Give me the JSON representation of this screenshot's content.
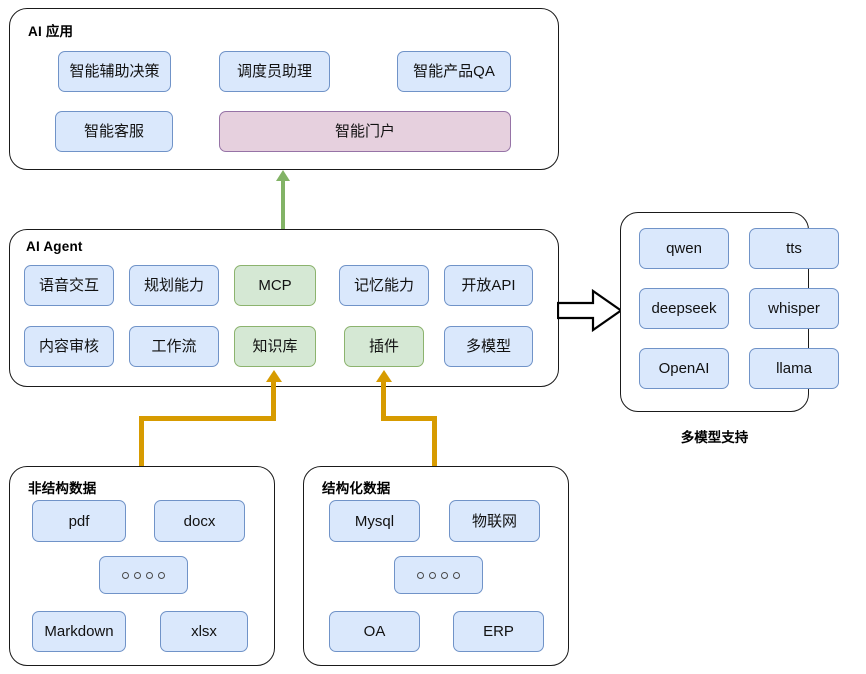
{
  "diagram": {
    "title_hidden": "",
    "colors": {
      "blue_fill": "#dae8fc",
      "blue_stroke": "#7093c8",
      "green_fill": "#d5e8d4",
      "green_stroke": "#8cb36e",
      "purple_fill": "#e6d0de",
      "purple_stroke": "#9673a6",
      "container_stroke": "#1a1a1a",
      "green_arrow": "#82b366",
      "orange_arrow": "#d79b00",
      "black_arrow": "#000000",
      "background": "#ffffff"
    }
  },
  "ai_application": {
    "title": "AI 应用",
    "nodes": [
      {
        "label": "智能辅助决策",
        "style": "blue"
      },
      {
        "label": "调度员助理",
        "style": "blue"
      },
      {
        "label": "智能产品QA",
        "style": "blue"
      },
      {
        "label": "智能客服",
        "style": "blue"
      },
      {
        "label": "智能门户",
        "style": "purple"
      }
    ]
  },
  "ai_agent": {
    "title": "AI Agent",
    "nodes": [
      {
        "label": "语音交互",
        "style": "blue"
      },
      {
        "label": "规划能力",
        "style": "blue"
      },
      {
        "label": "MCP",
        "style": "green"
      },
      {
        "label": "记忆能力",
        "style": "blue"
      },
      {
        "label": "开放API",
        "style": "blue"
      },
      {
        "label": "内容审核",
        "style": "blue"
      },
      {
        "label": "工作流",
        "style": "blue"
      },
      {
        "label": "知识库",
        "style": "green"
      },
      {
        "label": "插件",
        "style": "green"
      },
      {
        "label": "多模型",
        "style": "blue"
      }
    ]
  },
  "model_support": {
    "caption": "多模型支持",
    "nodes": [
      {
        "label": "qwen",
        "style": "blue"
      },
      {
        "label": "tts",
        "style": "blue"
      },
      {
        "label": "deepseek",
        "style": "blue"
      },
      {
        "label": "whisper",
        "style": "blue"
      },
      {
        "label": "OpenAI",
        "style": "blue"
      },
      {
        "label": "llama",
        "style": "blue"
      }
    ]
  },
  "unstructured_data": {
    "title": "非结构数据",
    "nodes": [
      {
        "label": "pdf",
        "style": "blue"
      },
      {
        "label": "docx",
        "style": "blue"
      },
      {
        "label": "",
        "style": "blue",
        "kind": "dots"
      },
      {
        "label": "Markdown",
        "style": "blue"
      },
      {
        "label": "xlsx",
        "style": "blue"
      }
    ]
  },
  "structured_data": {
    "title": "结构化数据",
    "nodes": [
      {
        "label": "Mysql",
        "style": "blue"
      },
      {
        "label": "物联网",
        "style": "blue"
      },
      {
        "label": "",
        "style": "blue",
        "kind": "dots"
      },
      {
        "label": "OA",
        "style": "blue"
      },
      {
        "label": "ERP",
        "style": "blue"
      }
    ]
  },
  "connectors": [
    {
      "name": "agent-to-application",
      "color": "#82b366",
      "direction": "up"
    },
    {
      "name": "agent-to-models",
      "color": "#000000",
      "direction": "right"
    },
    {
      "name": "unstructured-to-knowledge-base",
      "color": "#d79b00",
      "direction": "up"
    },
    {
      "name": "structured-to-plugins",
      "color": "#d79b00",
      "direction": "up"
    }
  ]
}
